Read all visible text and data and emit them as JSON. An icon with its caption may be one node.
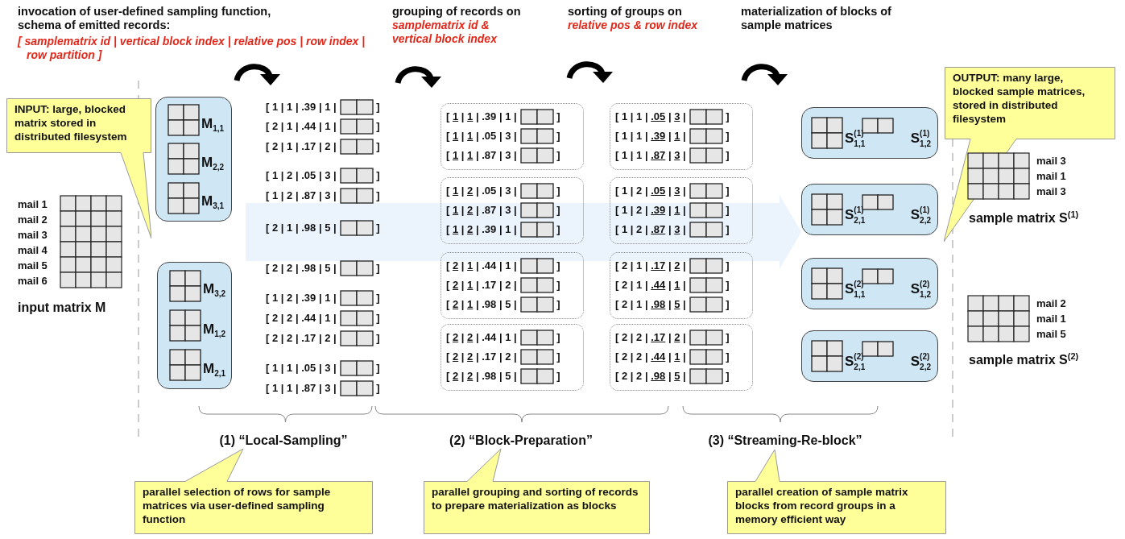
{
  "diagram": {
    "nodes": [
      {
        "text": [
          "INPUT: large, blocked matrix stored in distributed filesystem"
        ]
      },
      {
        "text": [
          "M$_{1,1}$",
          "M$_{2,2}$",
          "M$_{3,1}$"
        ]
      },
      {
        "text": [
          "M$_{3,2}$",
          "M$_{1,2}$",
          "M$_{2,1}$"
        ]
      },
      {
        "text": [
          "[ 1 | 1 | .39 | 1 | ]",
          "[ 1 | 1 | .05 | 3 | ]",
          "[ 1 | 1 | .87 | 3 | ]"
        ]
      },
      {
        "text": [
          "[ 1 | 2 | .05 | 3 | ]",
          "[ 1 | 2 | .87 | 3 | ]",
          "[ 1 | 2 | .39 | 1 | ]"
        ]
      },
      {
        "text": [
          "[ 2 | 1 | .44 | 1 | ]",
          "[ 2 | 1 | .17 | 2 | ]",
          "[ 2 | 1 | .98 | 5 | ]"
        ]
      },
      {
        "text": [
          "[ 2 | 2 | .44 | 1 | ]",
          "[ 2 | 2 | .17 | 2 | ]",
          "[ 2 | 2 | .98 | 5 | ]"
        ]
      },
      {
        "text": [
          "[ 1 | 1 | .05 | 3 | ]",
          "[ 1 | 1 | .39 | 1 | ]",
          "[ 1 | 1 | .87 | 3 | ]"
        ]
      },
      {
        "text": [
          "[ 1 | 2 | .05 | 3 | ]",
          "[ 1 | 2 | .39 | 1 | ]",
          "[ 1 | 2 | .87 | 3 | ]"
        ]
      },
      {
        "text": [
          "[ 2 | 1 | .17 | 2 | ]",
          "[ 2 | 1 | .44 | 1 | ]",
          "[ 2 | 1 | .98 | 5 | ]"
        ]
      },
      {
        "text": [
          "[ 2 | 2 | .17 | 2 | ]",
          "[ 2 | 2 | .44 | 1 | ]",
          "[ 2 | 2 | .98 | 5 | ]"
        ]
      },
      {
        "text": [
          "S$^{(1)}$$_{1,1}$",
          "S$^{(1)}$$_{1,2}$"
        ]
      },
      {
        "text": [
          "S$^{(1)}$$_{2,1}$",
          "S$^{(1)}$$_{2,2}$"
        ]
      },
      {
        "text": [
          "S$^{(2)}$$_{1,1}$",
          "S$^{(2)}$$_{1,2}$"
        ]
      },
      {
        "text": [
          "S$^{(2)}$$_{2,1}$",
          "S$^{(2)}$$_{2,2}$"
        ]
      },
      {
        "text": [
          "OUTPUT: many large, blocked sample matrices, stored in distributed filesystem"
        ]
      },
      {
        "text": [
          "parallel selection of rows for sample matrices via user-defined sampling function"
        ]
      },
      {
        "text": [
          "parallel grouping and sorting of records to prepare materialization as blocks"
        ]
      },
      {
        "text": [
          "parallel creation of sample matrix blocks from record groups in a memory efficient way"
        ]
      }
    ],
    "edges": [
      {
        "from": null,
        "to": 12,
        "arrow": "to",
        "style": "thick",
        "color": "#ebf4fc"
      }
    ],
    "labels": [
      "invocation of user-defined sampling function, schema of emitted records:",
      "[ samplematrix id | vertical block index | relative pos | row index | row partition ]",
      "grouping of records on",
      "samplematrix id & vertical block index",
      "sorting of groups on",
      "relative pos & row index",
      "materialization of blocks of sample matrices",
      "mail 1",
      "mail 2",
      "mail 3",
      "mail 4",
      "mail 5",
      "mail 6",
      "input matrix M",
      "[ 1 | 1 | .39 | 1 | ]",
      "[ 2 | 1 | .44 | 1 | ]",
      "[ 2 | 1 | .17 | 2 | ]",
      "[ 1 | 2 | .05 | 3 | ]",
      "[ 1 | 2 | .87 | 3 | ]",
      "[ 2 | 1 | .98 | 5 | ]",
      "[ 2 | 2 | .98 | 5 | ]",
      "[ 1 | 2 | .39 | 1 | ]",
      "[ 2 | 2 | .44 | 1 | ]",
      "[ 2 | 2 | .17 | 2 | ]",
      "[ 1 | 1 | .05 | 3 | ]",
      "[ 1 | 1 | .87 | 3 | ]",
      "mail 3",
      "mail 1",
      "mail 3",
      "sample matrix S$^{(1)}$",
      "mail 2",
      "mail 1",
      "mail 5",
      "sample matrix S$^{(2)}$",
      "(1) “Local-Sampling”",
      "(2) “Block-Preparation”",
      "(3) “Streaming-Re-block”"
    ]
  }
}
